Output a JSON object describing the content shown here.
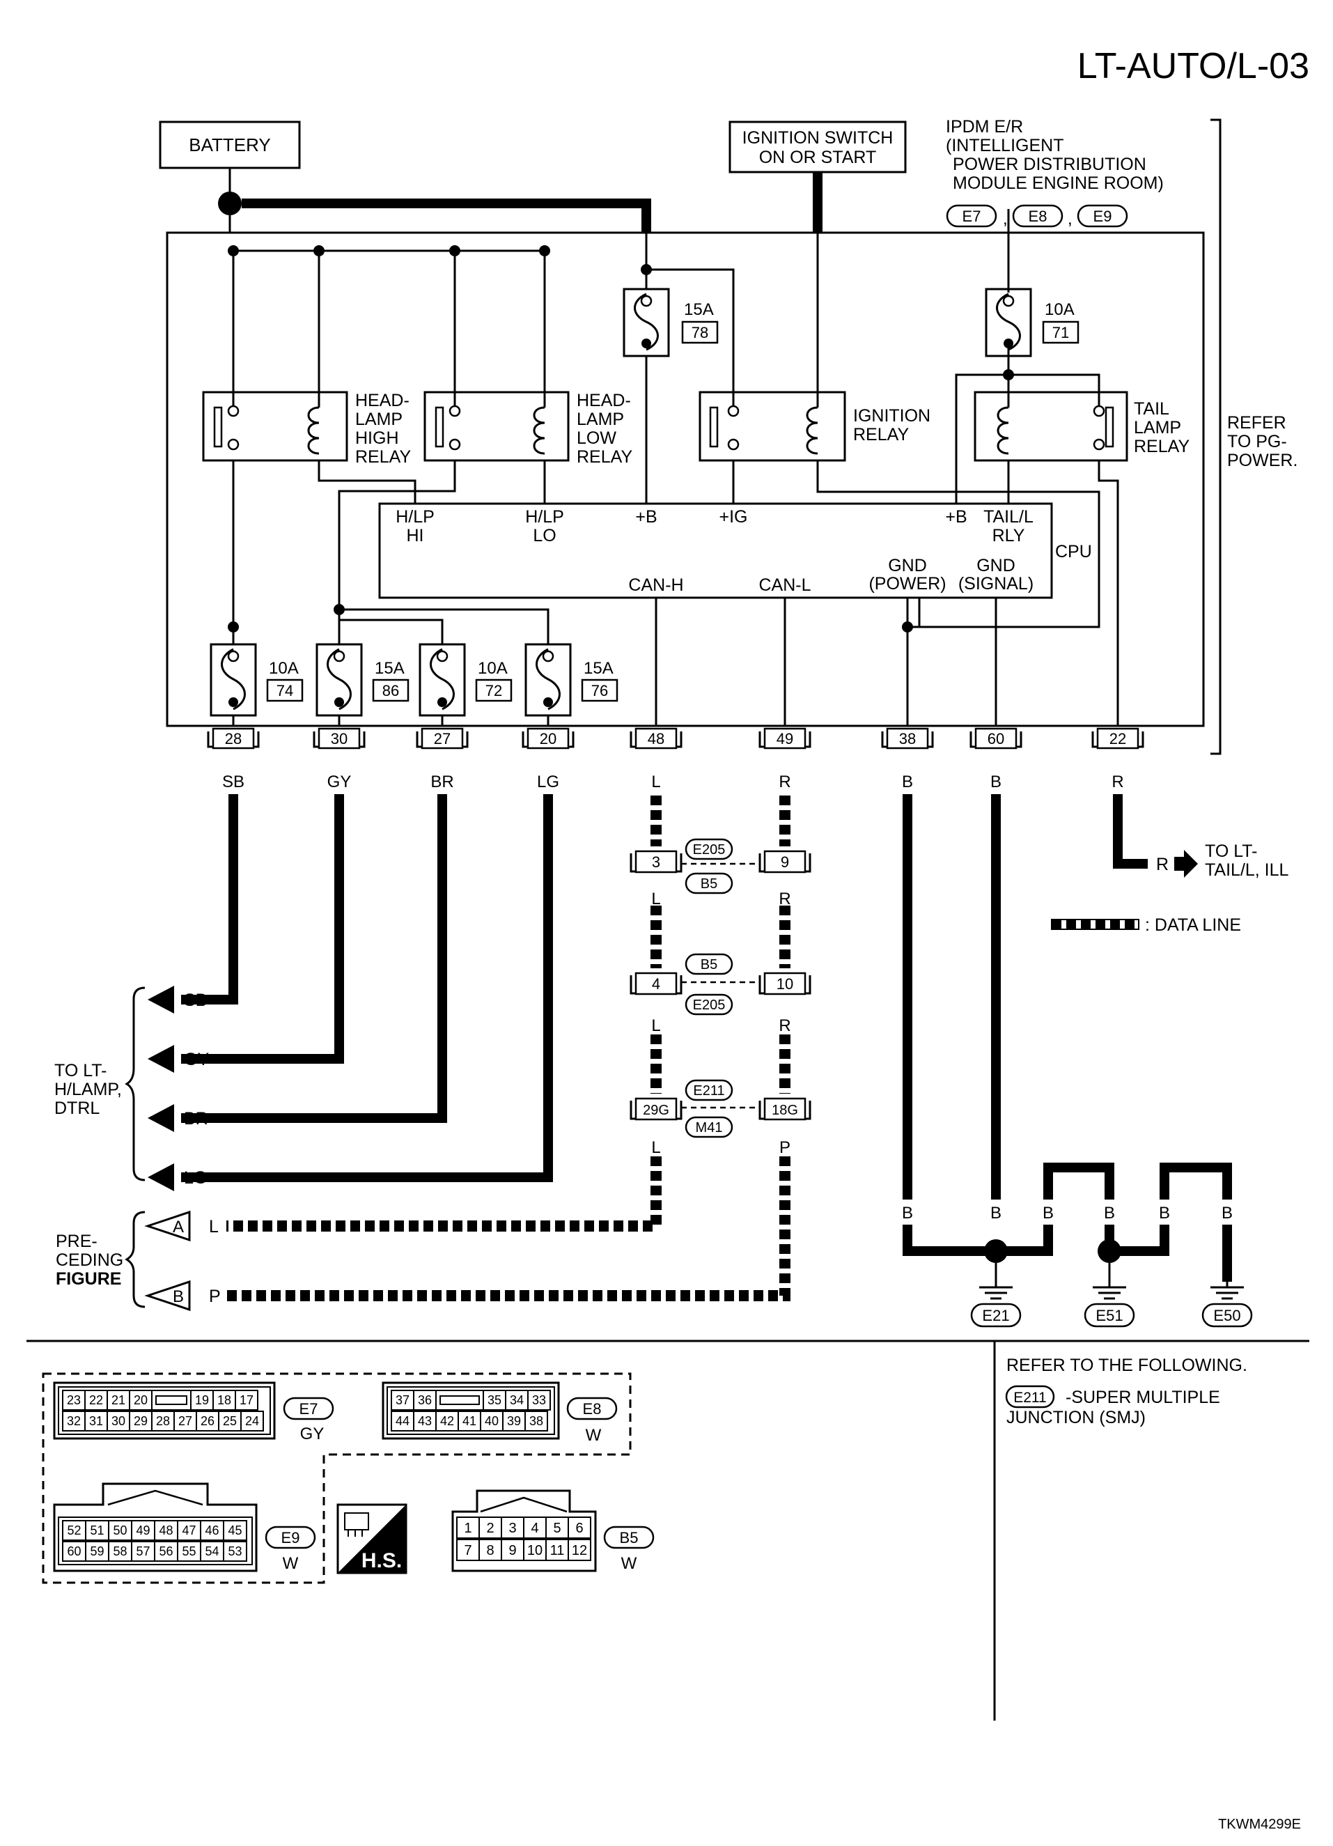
{
  "page_id": "LT-AUTO/L-03",
  "doc_code": "TKWM4299E",
  "battery": "BATTERY",
  "ignition": [
    "IGNITION SWITCH",
    "ON OR START"
  ],
  "ipdm": {
    "lines": [
      "IPDM E/R",
      "(INTELLIGENT",
      "POWER DISTRIBUTION",
      "MODULE ENGINE ROOM)"
    ],
    "connectors": [
      "E7",
      "E8",
      "E9"
    ]
  },
  "refer_pg": [
    "REFER",
    "TO PG-",
    "POWER."
  ],
  "fuses": {
    "f78": {
      "amp": "15A",
      "num": "78"
    },
    "f71": {
      "amp": "10A",
      "num": "71"
    },
    "f74": {
      "amp": "10A",
      "num": "74"
    },
    "f86": {
      "amp": "15A",
      "num": "86"
    },
    "f72": {
      "amp": "10A",
      "num": "72"
    },
    "f76": {
      "amp": "15A",
      "num": "76"
    }
  },
  "relays": {
    "hi": [
      "HEAD-",
      "LAMP",
      "HIGH",
      "RELAY"
    ],
    "lo": [
      "HEAD-",
      "LAMP",
      "LOW",
      "RELAY"
    ],
    "ign": [
      "IGNITION",
      "RELAY"
    ],
    "tail": [
      "TAIL",
      "LAMP",
      "RELAY"
    ]
  },
  "cpu": {
    "label": "CPU",
    "hlp_hi": [
      "H/LP",
      "HI"
    ],
    "hlp_lo": [
      "H/LP",
      "LO"
    ],
    "plus_b1": "+B",
    "plus_ig": "+IG",
    "plus_b2": "+B",
    "tail_rly": [
      "TAIL/L",
      "RLY"
    ],
    "can_h": "CAN-H",
    "can_l": "CAN-L",
    "gnd_power": [
      "GND",
      "(POWER)"
    ],
    "gnd_signal": [
      "GND",
      "(SIGNAL)"
    ]
  },
  "terminals": [
    "28",
    "30",
    "27",
    "20",
    "48",
    "49",
    "38",
    "60",
    "22"
  ],
  "wire_colors": [
    "SB",
    "GY",
    "BR",
    "LG",
    "L",
    "R",
    "B",
    "B",
    "R"
  ],
  "tail_out": {
    "color": "R",
    "label": [
      "TO LT-",
      "TAIL/L, ILL"
    ]
  },
  "data_line_legend": ": DATA LINE",
  "junctions": {
    "row1": {
      "left": "3",
      "right": "9",
      "top_conn": "E205",
      "bottom_conn": "B5",
      "left_color": "L",
      "right_color": "R"
    },
    "row2": {
      "left": "4",
      "right": "10",
      "top_conn": "B5",
      "bottom_conn": "E205",
      "left_color": "L",
      "right_color": "R"
    },
    "row3": {
      "left": "29G",
      "right": "18G",
      "top_conn": "E211",
      "bottom_conn": "M41",
      "left_color": "L",
      "right_color": "P"
    }
  },
  "to_hlamp": {
    "label": [
      "TO LT-",
      "H/LAMP,",
      "DTRL"
    ],
    "arrows": [
      "SB",
      "GY",
      "BR",
      "LG"
    ]
  },
  "preceding": {
    "label": [
      "PRE-",
      "CEDING",
      "FIGURE"
    ],
    "a": {
      "letter": "A",
      "color": "L"
    },
    "b": {
      "letter": "B",
      "color": "P"
    }
  },
  "ground_colors": [
    "B",
    "B",
    "B",
    "B",
    "B",
    "B"
  ],
  "grounds": [
    "E21",
    "E51",
    "E50"
  ],
  "refer_following": {
    "title": "REFER TO THE FOLLOWING.",
    "conn": "E211",
    "desc": [
      "-SUPER MULTIPLE",
      "JUNCTION (SMJ)"
    ]
  },
  "connector_e7": {
    "name": "E7",
    "color": "GY",
    "row1": [
      "23",
      "22",
      "21",
      "20",
      "",
      "19",
      "18",
      "17"
    ],
    "row2": [
      "32",
      "31",
      "30",
      "29",
      "28",
      "27",
      "26",
      "25",
      "24"
    ]
  },
  "connector_e8": {
    "name": "E8",
    "color": "W",
    "row1": [
      "37",
      "36",
      "",
      "35",
      "34",
      "33"
    ],
    "row2": [
      "44",
      "43",
      "42",
      "41",
      "40",
      "39",
      "38"
    ]
  },
  "connector_e9": {
    "name": "E9",
    "color": "W",
    "row1": [
      "52",
      "51",
      "50",
      "49",
      "48",
      "47",
      "46",
      "45"
    ],
    "row2": [
      "60",
      "59",
      "58",
      "57",
      "56",
      "55",
      "54",
      "53"
    ]
  },
  "connector_b5": {
    "name": "B5",
    "color": "W",
    "row1": [
      "1",
      "2",
      "3",
      "4",
      "5",
      "6"
    ],
    "row2": [
      "7",
      "8",
      "9",
      "10",
      "11",
      "12"
    ]
  },
  "hs_label": "H.S."
}
